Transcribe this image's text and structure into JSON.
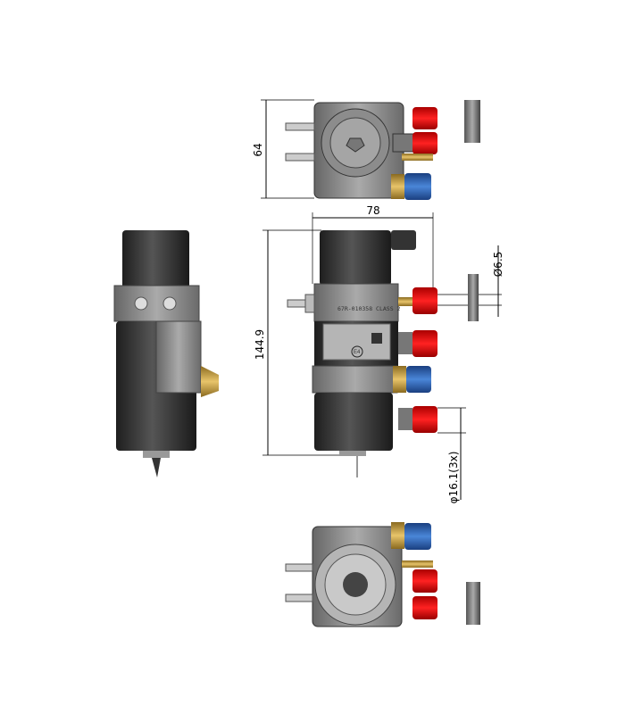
{
  "dimensions": {
    "height_top": "64",
    "width": "78",
    "height_front": "144.9",
    "port_diameter": "Ø6.5",
    "fitting_diameter": "φ16.1(3x)"
  },
  "product_label": {
    "part_number": "67R-010358  CLASS 2",
    "approval_mark": "E4"
  },
  "colors": {
    "body": "#8a8a8a",
    "solenoid": "#3a3a3a",
    "cap_red": "#e0141e",
    "cap_blue": "#2a62b8",
    "brass": "#c8a24a"
  }
}
